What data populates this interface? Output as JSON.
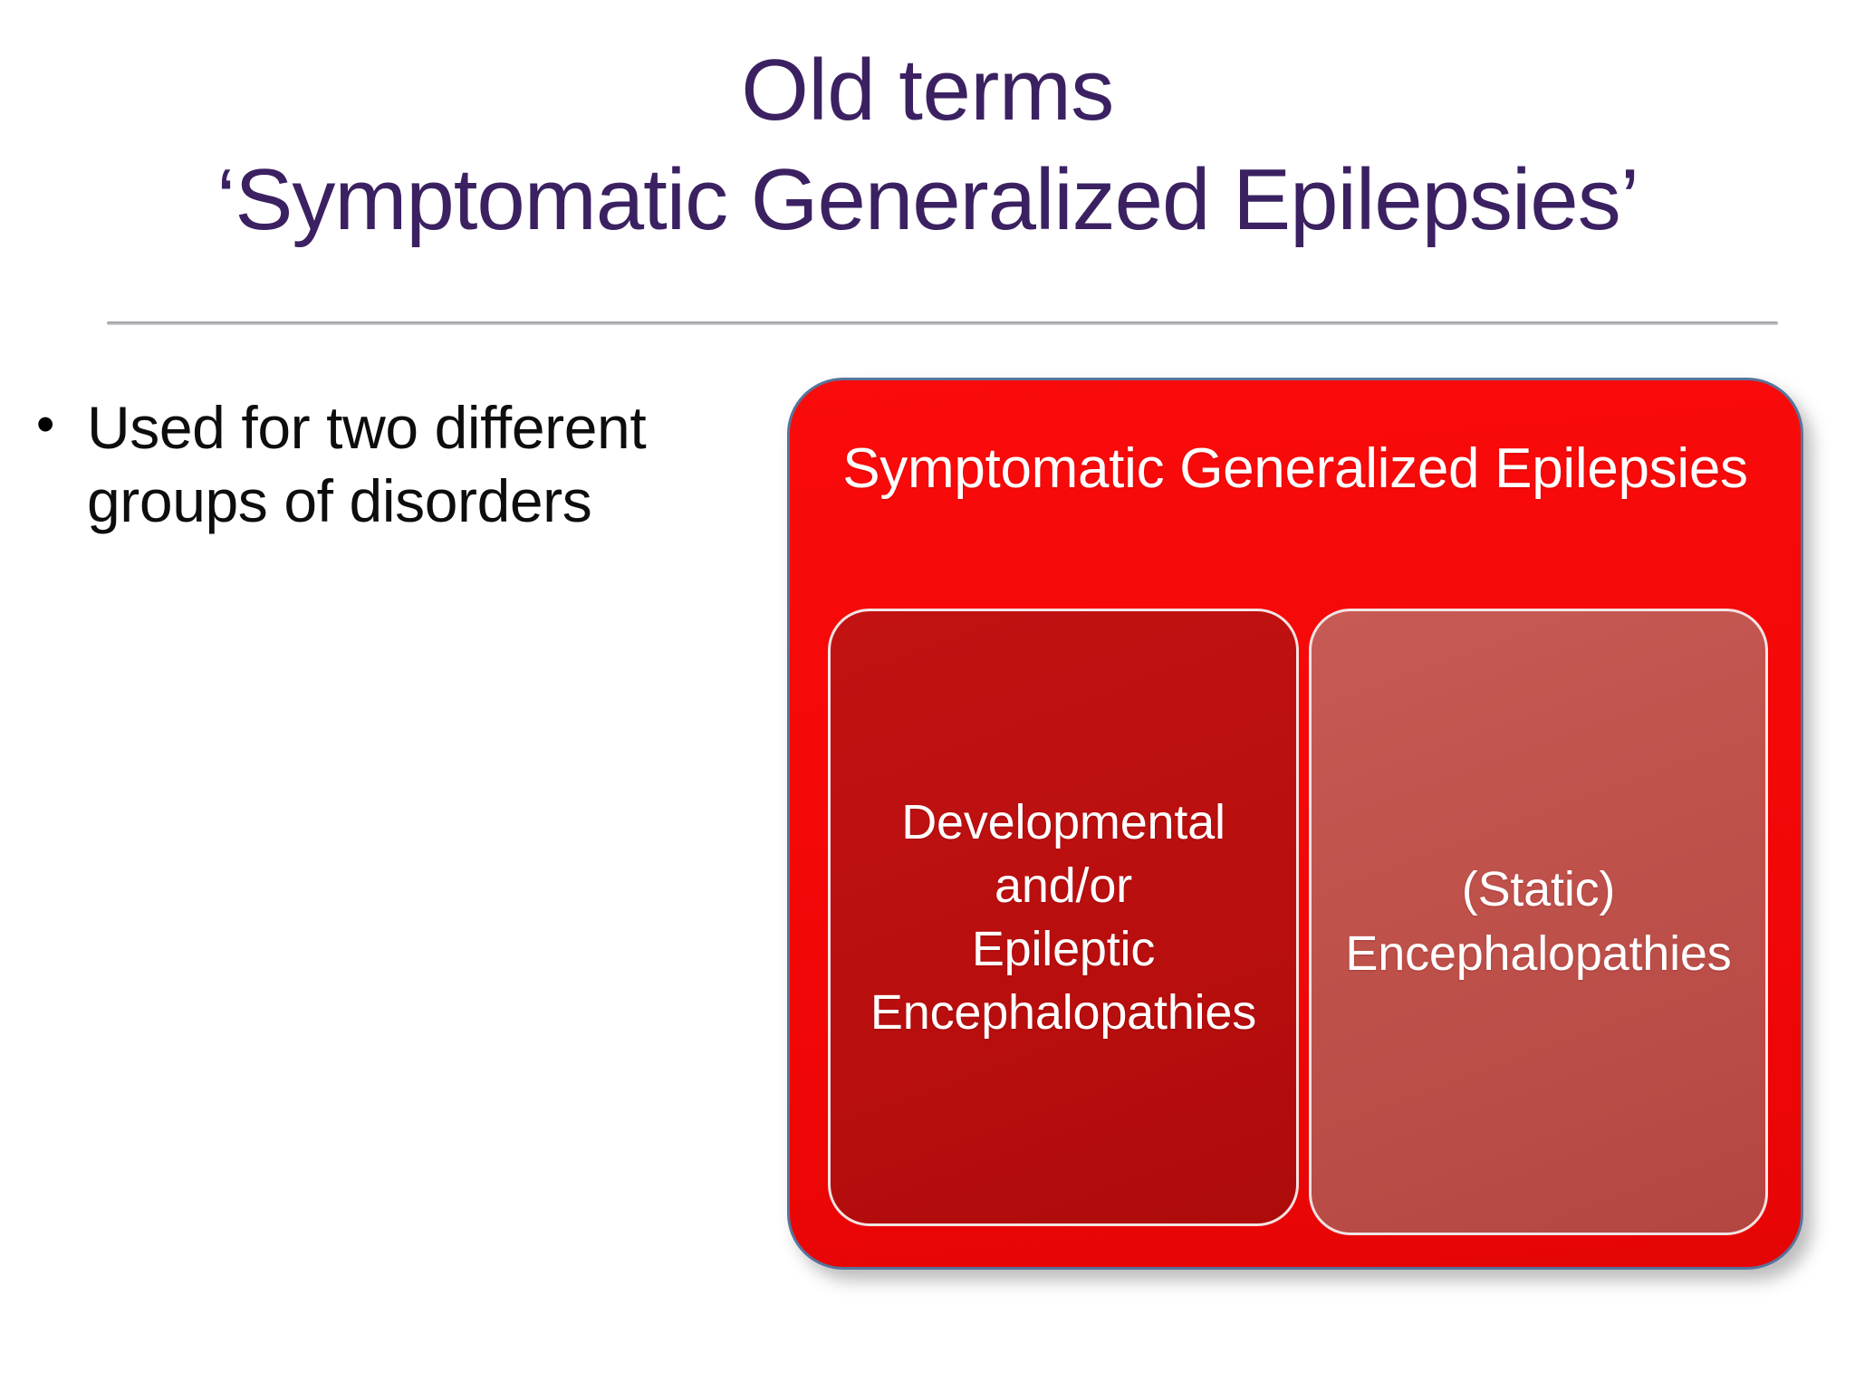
{
  "slide": {
    "title": {
      "line1": "Old terms",
      "line2": "‘Symptomatic Generalized Epilepsies’",
      "color": "#3B2161"
    },
    "divider": {
      "color": "#b6b6bb"
    },
    "body": {
      "bullet_marker": "•",
      "bullet_text": "Used for two different groups of disorders",
      "color": "#0d0d0d"
    },
    "diagram": {
      "outer": {
        "label_line1": "Symptomatic Generalized",
        "label_line2": "Epilepsies",
        "fill_color": "#F40808",
        "border_color": "#56749C",
        "text_color": "#FFFFFF"
      },
      "boxes": [
        {
          "name": "developmental-epileptic-encephalopathies",
          "lines": [
            "Developmental",
            "and/or",
            "Epileptic",
            "Encephalopathies"
          ],
          "fill_color": "#BD1010",
          "border_color": "#F4E3E3",
          "text_color": "#FFFFFF"
        },
        {
          "name": "static-encephalopathies",
          "lines": [
            "(Static)",
            "Encephalopathies"
          ],
          "fill_color": "#C0524C",
          "border_color": "#F4E3E3",
          "text_color": "#FFFFFF"
        }
      ]
    }
  }
}
